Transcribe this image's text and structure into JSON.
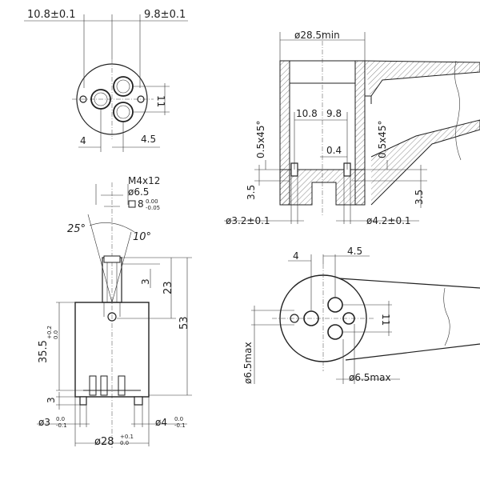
{
  "top_left_view": {
    "dim_left": "10.8±0.1",
    "dim_right": "9.8±0.1",
    "dim_11": "11",
    "dim_4": "4",
    "dim_4_5": "4.5"
  },
  "top_right_view": {
    "dim_28_5min": "ø28.5min",
    "dim_10_8": "10.8",
    "dim_9_8": "9.8",
    "dim_0_4": "0.4",
    "chamfer_left": "0.5x45°",
    "chamfer_right": "0.5x45°",
    "dim_3_5_left": "3.5",
    "dim_3_5_right": "3.5",
    "dim_3_2": "ø3.2±0.1",
    "dim_4_2": "ø4.2±0.1"
  },
  "side_view": {
    "thread": "M4x12",
    "dia_6_5": "ø6.5",
    "square_8": "8",
    "square_8_tol_upper": "0.00",
    "square_8_tol_lower": "-0.05",
    "angle_25": "25°",
    "angle_10": "10°",
    "dim_3": "3",
    "dim_23": "23",
    "dim_53": "53",
    "dim_35_5": "35.5",
    "dim_35_5_tol_upper": "+0.2",
    "dim_35_5_tol_lower": "0.0",
    "dim_3_bottom": "3",
    "dia_3": "ø3",
    "dia_3_tol_upper": "0.0",
    "dia_3_tol_lower": "-0.1",
    "dia_4": "ø4",
    "dia_4_tol_upper": "0.0",
    "dia_4_tol_lower": "-0.1",
    "dia_28": "ø28",
    "dia_28_tol_upper": "+0.1",
    "dia_28_tol_lower": "0.0"
  },
  "bottom_right_view": {
    "dim_4": "4",
    "dim_4_5": "4.5",
    "dim_11": "11",
    "dia_6_5max_left": "ø6.5max",
    "dia_6_5max_bottom": "ø6.5max"
  }
}
